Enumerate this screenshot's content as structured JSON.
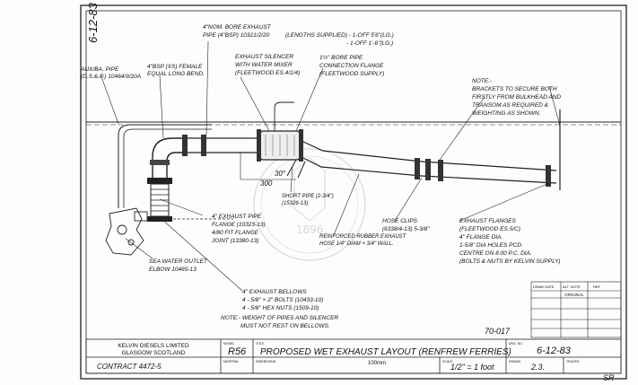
{
  "date_vertical": "6-12-83",
  "notes": {
    "aux_pipe": [
      "AUX/BA. PIPE",
      "(D.S.&.P.) 10464/9/20A"
    ],
    "bend": [
      "4\"BSP (XS) FEMALE",
      "EQUAL LONG BEND."
    ],
    "exhaust_pipe": [
      "4\"NOM. BORE EXHAUST",
      "PIPE (4\"BSP) 10321/2/20",
      "(LENGTHS SUPPLIED) - 1-OFF 5'6\"(LG.)",
      "- 1-OFF 1'-6\"(LG.)"
    ],
    "silencer": [
      "EXHAUST SILENCER",
      "WITH WATER MIXER",
      "(FLEETWOOD ES.4/1/4)"
    ],
    "flange_pipe": [
      "1½\" BORE PIPE",
      "CONNECTION FLANGE",
      "(FLEETWOOD SUPPLY)"
    ],
    "right_note": [
      "NOTE:-",
      "BRACKETS TO SECURE BOTH",
      "FIRSTLY FROM BULKHEAD AND",
      "TRANSOM AS REQUIRED &",
      "WEIGHTING AS SHOWN."
    ],
    "dim_300": "300",
    "dim_30deg": "30°",
    "elbow_label": [
      "4\" EXHAUST PIPE",
      "FLANGE (10323-13)",
      "4/80 FIT FLANGE",
      "JOINT (13380-13)"
    ],
    "sea_water": [
      "SEA WATER OUTLET",
      "ELBOW 10465-13"
    ],
    "bellows": [
      "4\" EXHAUST BELLOWS",
      "4 - 5/8\" × 2\" BOLTS (10433-10)",
      "4 - 5/8\" HEX NUTS (1509-10)"
    ],
    "weight_note": [
      "NOTE:- WEIGHT OF PIPES AND SILENCER",
      "MUST NOT REST ON BELLOWS."
    ],
    "hose_clips": [
      "HOSE CLIPS",
      "(6338/4-13) 5-3/8\""
    ],
    "reinforced_hose": [
      "REINFORCED RUBBER EXHAUST",
      "HOSE 1/4\" DIAM × 3/4\" WALL."
    ],
    "short_pipe": [
      "SHORT PIPE (2-3/4\")",
      "(15326-13)"
    ],
    "exhaust_flanges": [
      "EXHAUST FLANGES",
      "(FLEETWOOD ES.5/C)",
      "4\" FLANGE DIA.",
      "1-5/8\" DIA HOLES PCD.",
      "CENTRE ON 8.00 P.C. DIA.",
      "(BOLTS & NUTS BY KELVIN SUPPLY)"
    ],
    "drawing_ref": "70-017"
  },
  "watermark_year": "1896",
  "revision_table": {
    "headers": [
      "DRAW DATE",
      "ALT. NOTE",
      "REF."
    ],
    "row1": "ORIGINAL"
  },
  "title_block": {
    "company": "KELVIN DIESELS LIMITED",
    "city": "GLASGOW SCOTLAND",
    "model_label": "MODEL",
    "model": "R56",
    "title_label": "TITLE",
    "title": "PROPOSED WET EXHAUST LAYOUT (RENFREW FERRIES)",
    "material_label": "MATERIAL",
    "dim_label": "DIMENSIONS",
    "dim_value": "100mm",
    "scale_label": "SCALE",
    "scale": "1/2\" = 1 foot",
    "drg_label": "DRG. NO.",
    "drg_no": "6-12-83",
    "drawn_label": "DRAWN",
    "drawn": "2.3.",
    "traced_label": "TRACED",
    "contract": "CONTRACT 4472-5",
    "initials": "SR"
  }
}
